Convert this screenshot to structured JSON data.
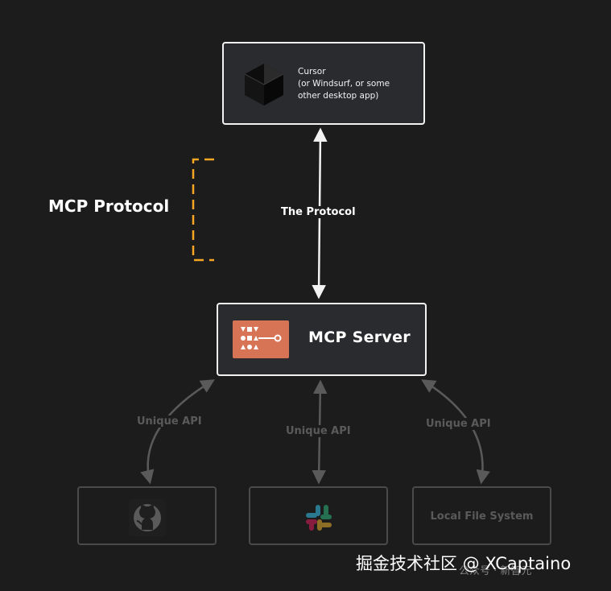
{
  "nodes": {
    "cursor": {
      "text": "Cursor\n(or Windsurf, or some\nother desktop app)"
    },
    "server": {
      "title": "MCP Server"
    },
    "github": {
      "icon": "github-icon"
    },
    "slack": {
      "icon": "slack-icon"
    },
    "filesystem": {
      "text": "Local File System"
    }
  },
  "labels": {
    "mcp_protocol": "MCP Protocol",
    "the_protocol": "The Protocol",
    "unique_api": [
      "Unique API",
      "Unique API",
      "Unique API"
    ]
  },
  "watermark": {
    "text": "掘金技术社区 @ XCaptaino",
    "sub": "公众号 · 新智元"
  },
  "colors": {
    "background": "#1c1c1c",
    "node_fill": "#2a2b2f",
    "bracket": "#f5a623",
    "server_logo": "#d77455",
    "dim": "#5a5a5a"
  }
}
